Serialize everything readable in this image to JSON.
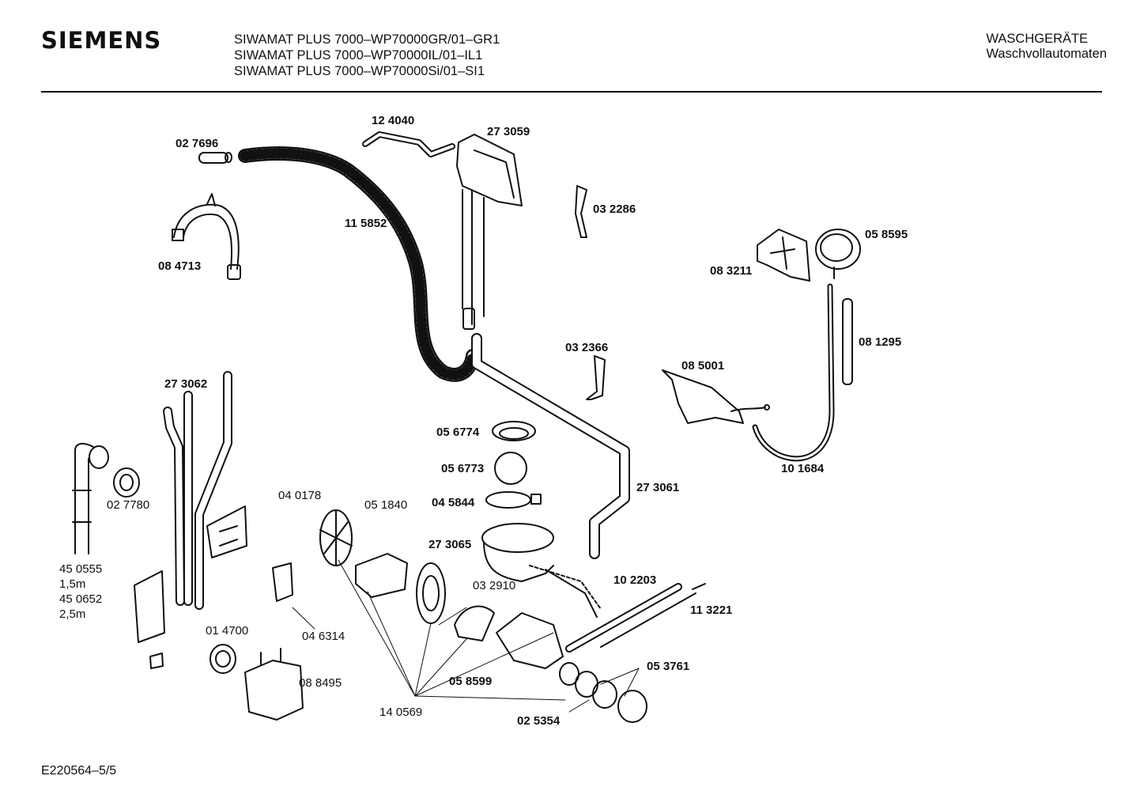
{
  "header": {
    "brand": "SIEMENS",
    "models": [
      "SIWAMAT PLUS 7000–WP70000GR/01–GR1",
      "SIWAMAT PLUS 7000–WP70000IL/01–IL1",
      "SIWAMAT PLUS 7000–WP70000Si/01–SI1"
    ],
    "category": "WASCHGERÄTE",
    "subcategory": "Waschvollautomaten"
  },
  "footer": {
    "drawing_code": "E220564–5/5"
  },
  "parts": [
    {
      "id": "p_027696",
      "text": "02 7696",
      "bold": true
    },
    {
      "id": "p_124040",
      "text": "12 4040",
      "bold": true
    },
    {
      "id": "p_273059",
      "text": "27 3059",
      "bold": true
    },
    {
      "id": "p_032286",
      "text": "03 2286",
      "bold": true
    },
    {
      "id": "p_115852",
      "text": "11 5852",
      "bold": true
    },
    {
      "id": "p_084713",
      "text": "08 4713",
      "bold": true
    },
    {
      "id": "p_058595",
      "text": "05 8595",
      "bold": true
    },
    {
      "id": "p_083211",
      "text": "08 3211",
      "bold": true
    },
    {
      "id": "p_081295",
      "text": "08 1295",
      "bold": true
    },
    {
      "id": "p_032366",
      "text": "03 2366",
      "bold": true
    },
    {
      "id": "p_085001",
      "text": "08 5001",
      "bold": true
    },
    {
      "id": "p_273062",
      "text": "27 3062",
      "bold": true
    },
    {
      "id": "p_056774",
      "text": "05 6774",
      "bold": true
    },
    {
      "id": "p_056773",
      "text": "05 6773",
      "bold": true
    },
    {
      "id": "p_045844",
      "text": "04 5844",
      "bold": true
    },
    {
      "id": "p_273061",
      "text": "27 3061",
      "bold": true
    },
    {
      "id": "p_101684",
      "text": "10 1684",
      "bold": true
    },
    {
      "id": "p_040178",
      "text": "04 0178",
      "bold": false
    },
    {
      "id": "p_051840",
      "text": "05 1840",
      "bold": false
    },
    {
      "id": "p_027780",
      "text": "02 7780",
      "bold": false
    },
    {
      "id": "p_273065",
      "text": "27 3065",
      "bold": true
    },
    {
      "id": "p_450555",
      "text": "45 0555",
      "bold": false
    },
    {
      "id": "p_len1",
      "text": "1,5m",
      "bold": false
    },
    {
      "id": "p_450652",
      "text": "45 0652",
      "bold": false
    },
    {
      "id": "p_len2",
      "text": "2,5m",
      "bold": false
    },
    {
      "id": "p_102203",
      "text": "10 2203",
      "bold": true
    },
    {
      "id": "p_032910",
      "text": "03 2910",
      "bold": false
    },
    {
      "id": "p_113221",
      "text": "11 3221",
      "bold": true
    },
    {
      "id": "p_014700",
      "text": "01 4700",
      "bold": false
    },
    {
      "id": "p_046314",
      "text": "04 6314",
      "bold": false
    },
    {
      "id": "p_053761",
      "text": "05 3761",
      "bold": true
    },
    {
      "id": "p_088495",
      "text": "08 8495",
      "bold": false
    },
    {
      "id": "p_058599",
      "text": "05 8599",
      "bold": true
    },
    {
      "id": "p_140569",
      "text": "14 0569",
      "bold": false
    },
    {
      "id": "p_025354",
      "text": "02 5354",
      "bold": true
    }
  ]
}
